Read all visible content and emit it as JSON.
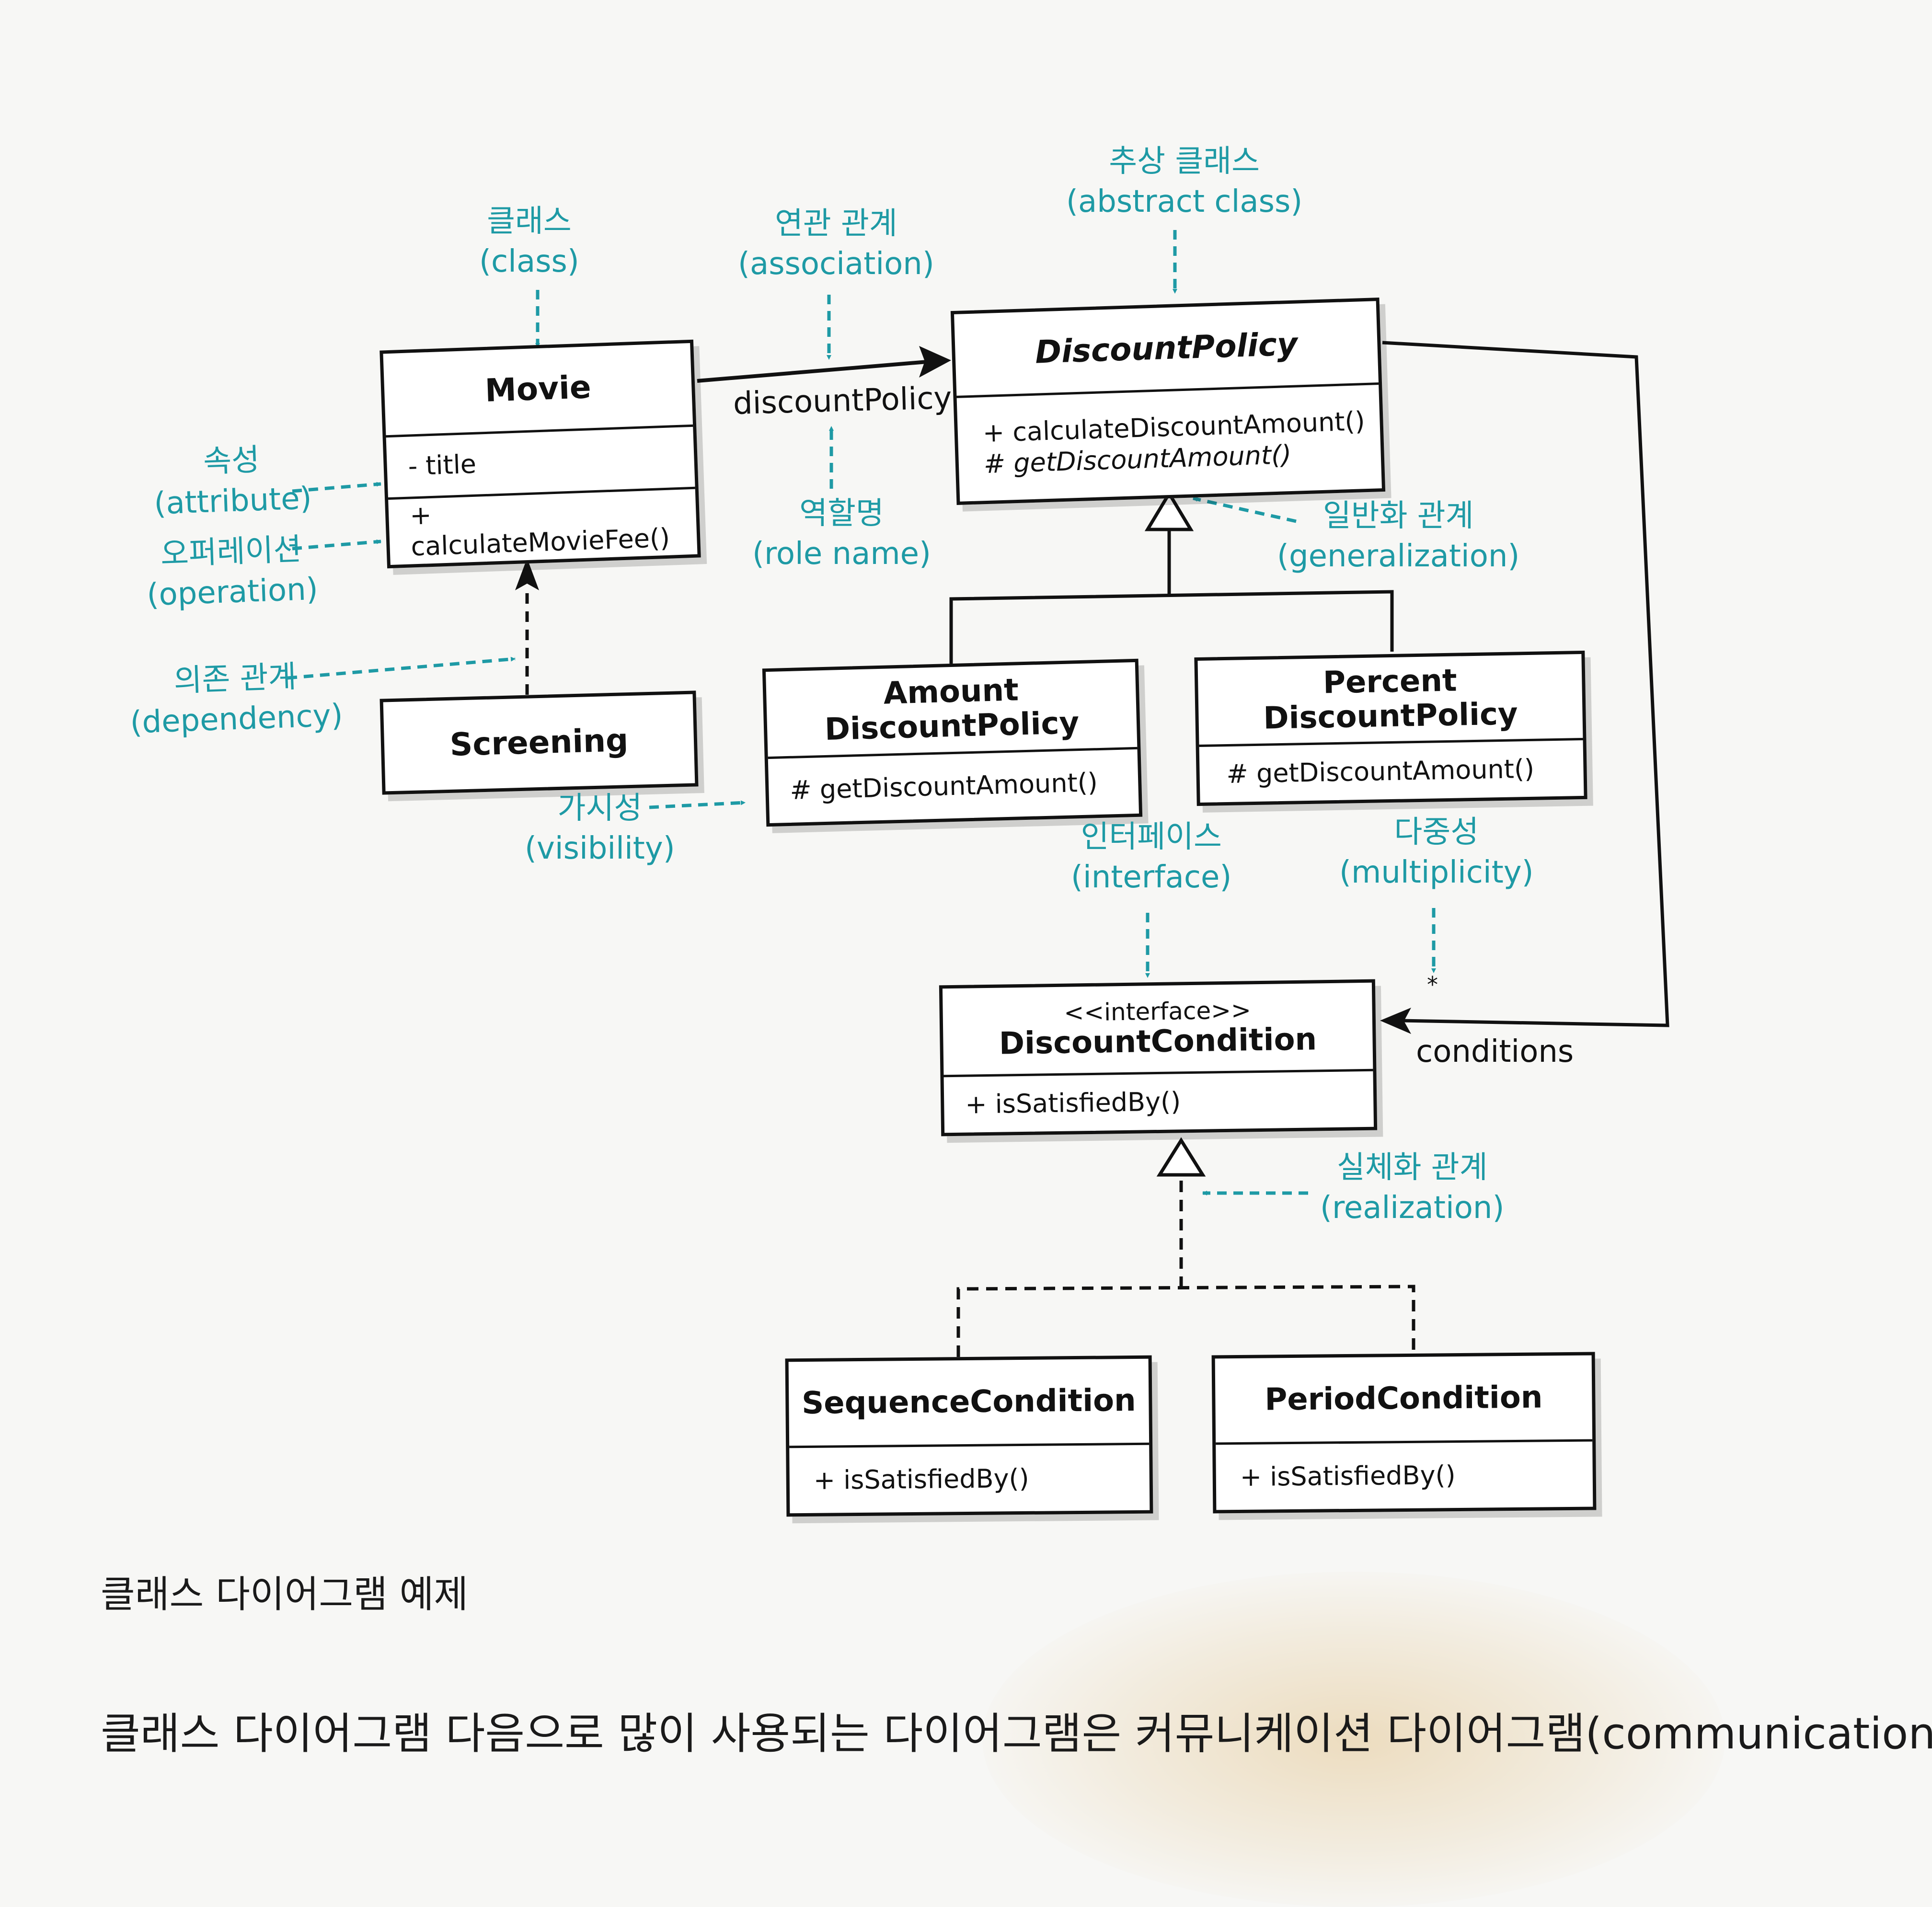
{
  "classes": {
    "movie": {
      "name": "Movie",
      "attribute": "- title",
      "operation": "+ calculateMovieFee()"
    },
    "discount_policy": {
      "name": "DiscountPolicy",
      "op1": "+ calculateDiscountAmount()",
      "op2": "# getDiscountAmount()"
    },
    "screening": {
      "name": "Screening"
    },
    "amount_policy": {
      "name_line1": "Amount",
      "name_line2": "DiscountPolicy",
      "op": "# getDiscountAmount()"
    },
    "percent_policy": {
      "name_line1": "Percent",
      "name_line2": "DiscountPolicy",
      "op": "# getDiscountAmount()"
    },
    "discount_condition": {
      "stereotype": "<<interface>>",
      "name": "DiscountCondition",
      "op": "+ isSatisfiedBy()"
    },
    "sequence_condition": {
      "name": "SequenceCondition",
      "op": "+ isSatisfiedBy()"
    },
    "period_condition": {
      "name": "PeriodCondition",
      "op": "+ isSatisfiedBy()"
    }
  },
  "roles": {
    "discount_policy": "discountPolicy",
    "conditions": "conditions",
    "multiplicity": "*"
  },
  "annotations": {
    "class": {
      "ko": "클래스",
      "en": "(class)"
    },
    "association": {
      "ko": "연관 관계",
      "en": "(association)"
    },
    "abstract_class": {
      "ko": "추상 클래스",
      "en": "(abstract class)"
    },
    "attribute": {
      "ko": "속성",
      "en": "(attribute)"
    },
    "operation": {
      "ko": "오퍼레이션",
      "en": "(operation)"
    },
    "role_name": {
      "ko": "역할명",
      "en": "(role name)"
    },
    "generalization": {
      "ko": "일반화 관계",
      "en": "(generalization)"
    },
    "dependency": {
      "ko": "의존 관계",
      "en": "(dependency)"
    },
    "visibility": {
      "ko": "가시성",
      "en": "(visibility)"
    },
    "interface": {
      "ko": "인터페이스",
      "en": "(interface)"
    },
    "multiplicity": {
      "ko": "다중성",
      "en": "(multiplicity)"
    },
    "realization": {
      "ko": "실체화 관계",
      "en": "(realization)"
    }
  },
  "caption": "클래스 다이어그램 예제",
  "body_text": "클래스 다이어그램 다음으로 많이 사용되는 다이어그램은 커뮤니케이션 다이어그램(communication",
  "colors": {
    "annotation": "#1e9aa5",
    "line": "#111111",
    "box_fill": "#ffffff"
  }
}
